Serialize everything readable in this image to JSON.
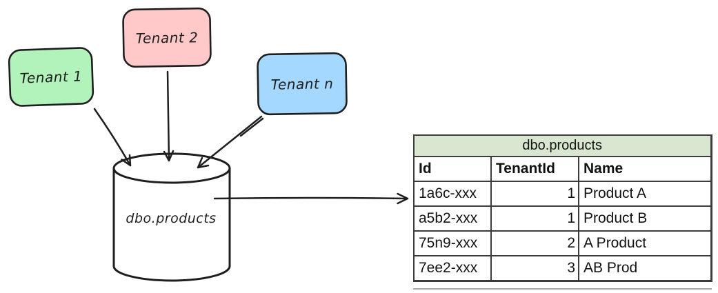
{
  "diagram": {
    "tenants": [
      {
        "label": "Tenant 1",
        "fill": "#b2f2bb"
      },
      {
        "label": "Tenant 2",
        "fill": "#ffc9c9"
      },
      {
        "label": "Tenant n",
        "fill": "#a5d8ff"
      }
    ],
    "database": {
      "label": "dbo.products"
    }
  },
  "table": {
    "title": "dbo.products",
    "columns": [
      "Id",
      "TenantId",
      "Name"
    ],
    "rows": [
      {
        "id": "1a6c-xxx",
        "tenantId": "1",
        "name": "Product A"
      },
      {
        "id": "a5b2-xxx",
        "tenantId": "1",
        "name": "Product B"
      },
      {
        "id": "75n9-xxx",
        "tenantId": "2",
        "name": "A Product"
      },
      {
        "id": "7ee2-xxx",
        "tenantId": "3",
        "name": "AB Prod"
      }
    ]
  },
  "colors": {
    "tenant-1-fill": "#b2f2bb",
    "tenant-2-fill": "#ffc9c9",
    "tenant-n-fill": "#a5d8ff",
    "sketch-stroke": "#1e1e1e",
    "table-header-fill": "#d9e7d0",
    "table-border": "#3c3c3c"
  }
}
